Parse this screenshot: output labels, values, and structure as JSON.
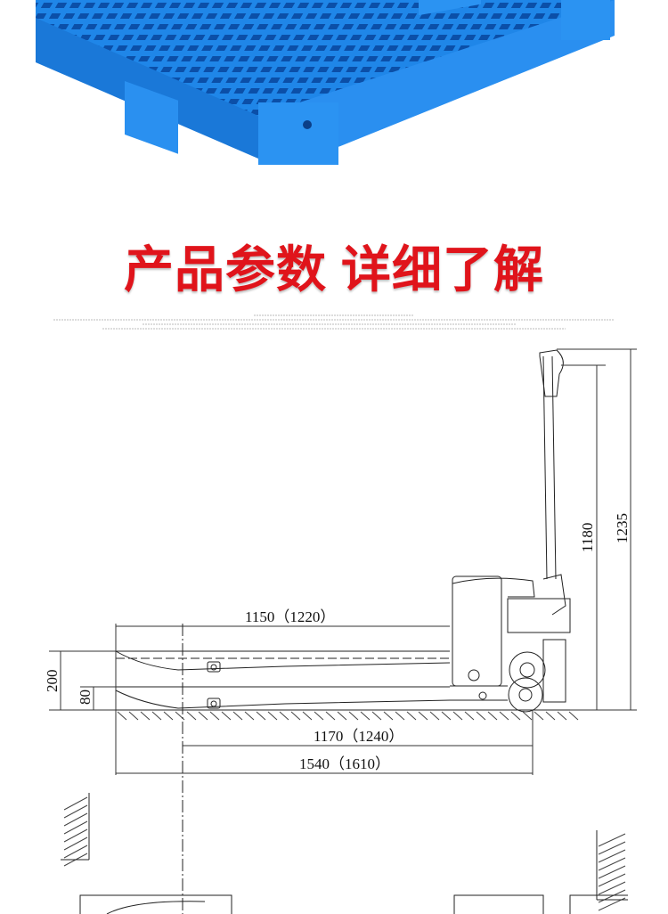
{
  "title": {
    "part1": "产品参数",
    "part2": "详细了解"
  },
  "colors": {
    "title": "#e0141b",
    "pallet": "#1f86e8"
  },
  "drawing": {
    "dims": {
      "fork_length": "1150（1220）",
      "wheelbase": "1170（1240）",
      "overall_length": "1540（1610）",
      "lift_height": "200",
      "lowered_height": "80",
      "handle_height": "1180",
      "overall_height": "1235"
    }
  }
}
